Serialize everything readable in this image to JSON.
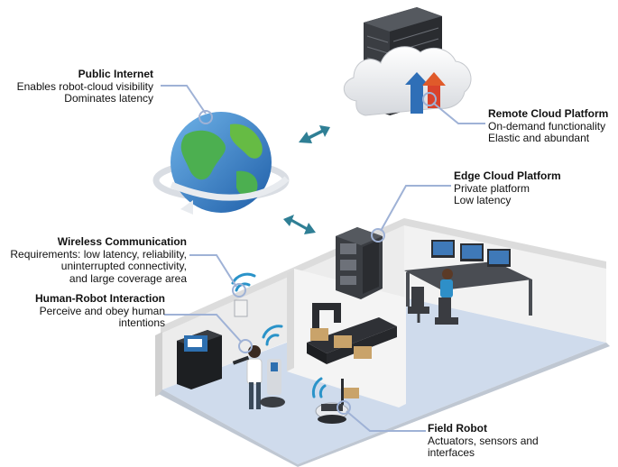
{
  "callouts": {
    "public_internet": {
      "title": "Public Internet",
      "lines": [
        "Enables robot-cloud visibility",
        "Dominates latency"
      ]
    },
    "remote_cloud": {
      "title": "Remote Cloud Platform",
      "lines": [
        "On-demand functionality",
        "Elastic and abundant"
      ]
    },
    "edge_cloud": {
      "title": "Edge Cloud Platform",
      "lines": [
        "Private platform",
        "Low latency"
      ]
    },
    "wireless": {
      "title": "Wireless Communication",
      "lines": [
        "Requirements: low latency, reliability,",
        "uninterrupted connectivity,",
        "and large coverage area"
      ]
    },
    "hri": {
      "title": "Human-Robot Interaction",
      "lines": [
        "Perceive and obey human",
        "intentions"
      ]
    },
    "field_robot": {
      "title": "Field Robot",
      "lines": [
        "Actuators, sensors and",
        "interfaces"
      ]
    }
  },
  "colors": {
    "leader": "#9fb2d6",
    "arrow": "#2f7f95",
    "floor": "#cdd9ea",
    "wall": "#e9e9e9"
  }
}
